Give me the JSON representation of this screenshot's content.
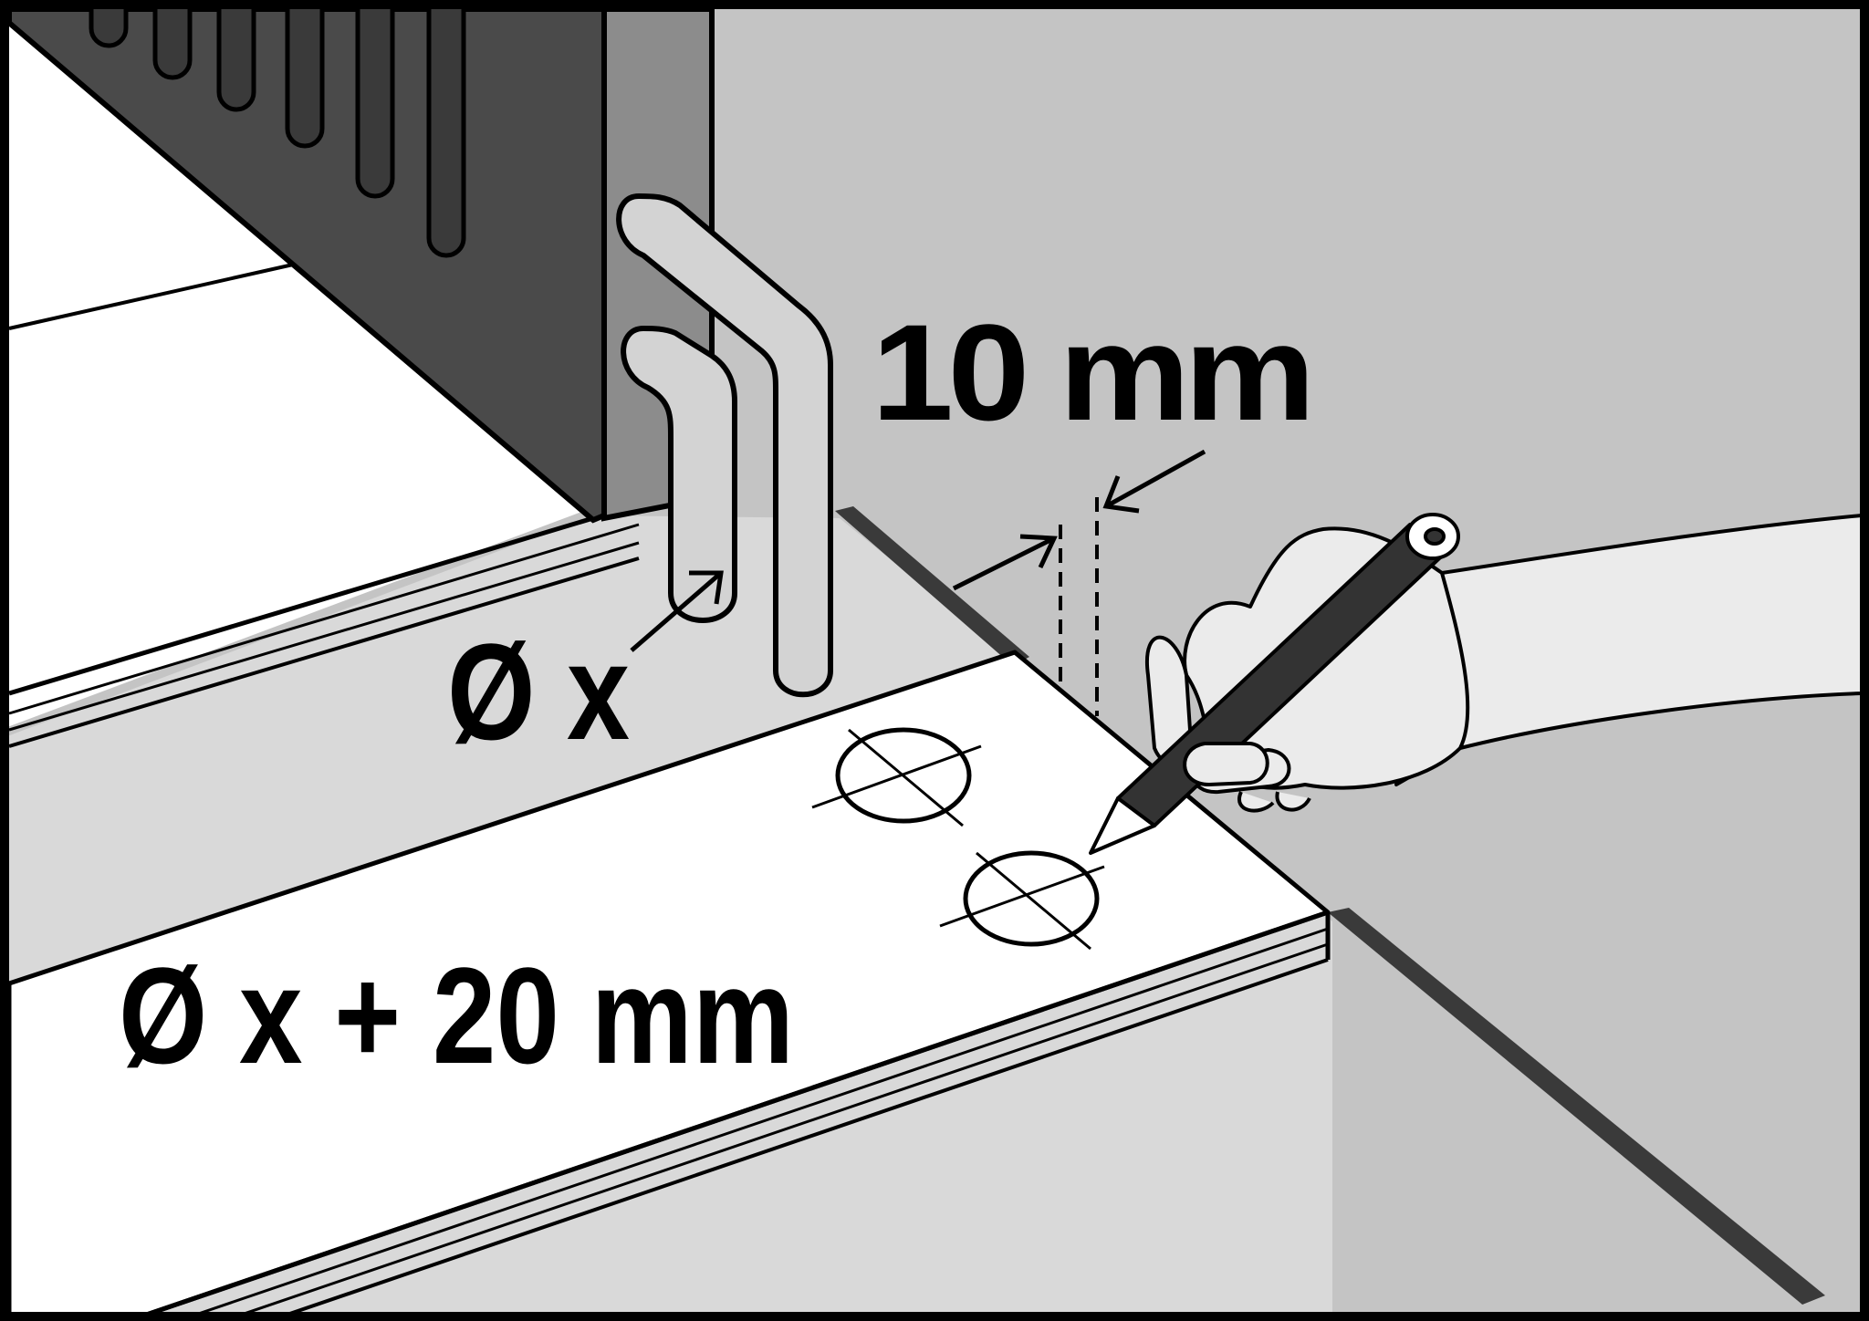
{
  "labels": {
    "offset": "10 mm",
    "pipe_diameter": "Ø x",
    "hole_diameter": "Ø x + 20 mm"
  },
  "colors": {
    "outline": "#000000",
    "wall": "#c4c4c4",
    "floor": "#d9d9d9",
    "board": "#ffffff",
    "radiator_dark": "#4a4a4a",
    "radiator_side": "#8c8c8c",
    "pipe": "#d3d3d3",
    "hand": "#ebebeb",
    "pencil": "#333333"
  },
  "icons": [
    "arrow-icon",
    "pencil-icon",
    "hand-icon",
    "pipe-icon",
    "radiator-icon"
  ]
}
